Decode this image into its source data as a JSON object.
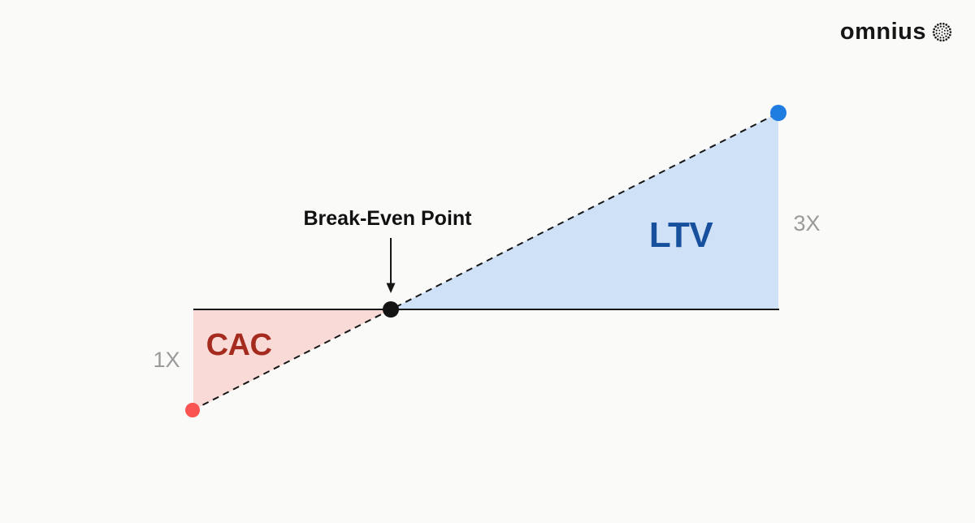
{
  "logo": {
    "text": "omnius",
    "icon": "dotted-sphere-icon",
    "color": "#161616"
  },
  "diagram": {
    "break_even": {
      "label": "Break-Even Point",
      "label_color": "#111111",
      "marker_color": "#141414"
    },
    "cac": {
      "label": "CAC",
      "axis_label": "1X",
      "fill": "#f9dad6",
      "label_color": "#a62b1f",
      "marker_color": "#fa5352"
    },
    "ltv": {
      "label": "LTV",
      "axis_label": "3X",
      "fill": "#cfe1f7",
      "label_color": "#17519e",
      "marker_color": "#1f7de2"
    },
    "axis_label_color": "#9a9a9a",
    "line_color": "#161616"
  }
}
